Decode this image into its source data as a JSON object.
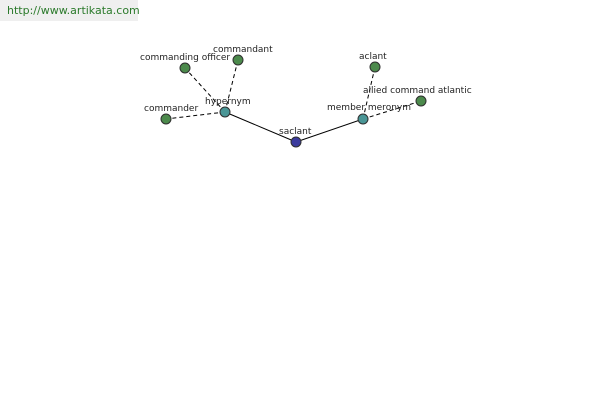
{
  "header": {
    "url": "http://www.artikata.com"
  },
  "colors": {
    "center": "#3b3b9e",
    "relation": "#4a9696",
    "leaf": "#4c8a4c"
  },
  "graph": {
    "nodes": [
      {
        "id": "saclant",
        "label": "saclant",
        "kind": "center"
      },
      {
        "id": "hypernym",
        "label": "hypernym",
        "kind": "relation"
      },
      {
        "id": "member-meronym",
        "label": "member meronym",
        "kind": "relation"
      },
      {
        "id": "commanding-officer",
        "label": "commanding officer",
        "kind": "leaf"
      },
      {
        "id": "commandant",
        "label": "commandant",
        "kind": "leaf"
      },
      {
        "id": "commander",
        "label": "commander",
        "kind": "leaf"
      },
      {
        "id": "aclant",
        "label": "aclant",
        "kind": "leaf"
      },
      {
        "id": "allied-command-atlantic",
        "label": "allied command atlantic",
        "kind": "leaf"
      }
    ],
    "edges": [
      {
        "from": "saclant",
        "to": "hypernym",
        "style": "solid"
      },
      {
        "from": "saclant",
        "to": "member-meronym",
        "style": "solid"
      },
      {
        "from": "hypernym",
        "to": "commanding-officer",
        "style": "dashed"
      },
      {
        "from": "hypernym",
        "to": "commandant",
        "style": "dashed"
      },
      {
        "from": "hypernym",
        "to": "commander",
        "style": "dashed"
      },
      {
        "from": "member-meronym",
        "to": "aclant",
        "style": "dashed"
      },
      {
        "from": "member-meronym",
        "to": "allied-command-atlantic",
        "style": "dashed"
      }
    ]
  }
}
